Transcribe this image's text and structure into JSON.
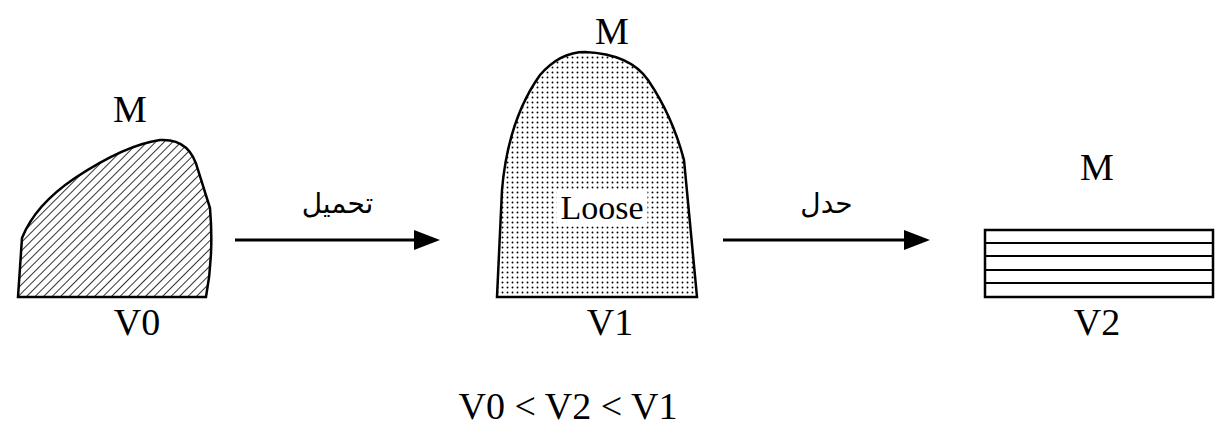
{
  "diagram": {
    "nodes": [
      {
        "text": [
          "M",
          "V0"
        ]
      },
      {
        "text": [
          "M",
          "Loose",
          "V1"
        ]
      },
      {
        "text": [
          "M",
          "V2"
        ]
      }
    ],
    "edges": [
      {
        "from": 0,
        "to": 1,
        "label": "تحميل",
        "arrow": "to"
      },
      {
        "from": 1,
        "to": 2,
        "label": "حدل",
        "arrow": "to"
      }
    ],
    "labels": [
      "V0 < V2 < V1"
    ]
  }
}
